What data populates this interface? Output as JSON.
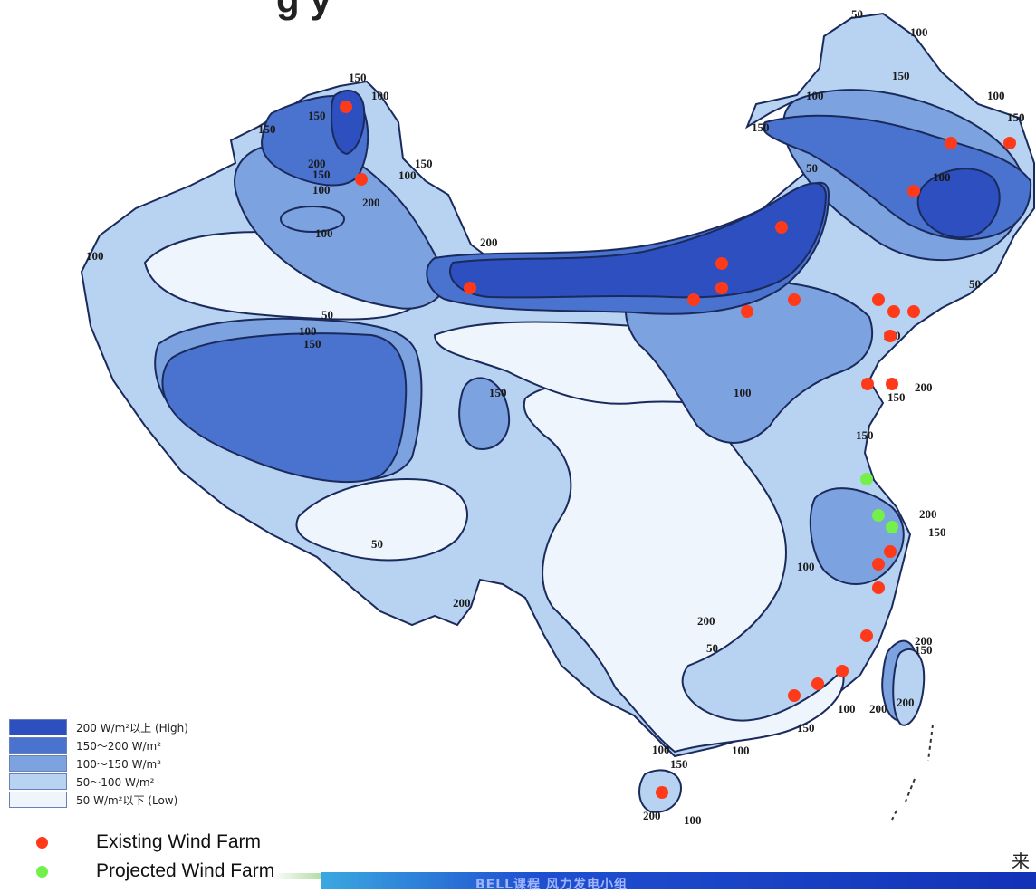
{
  "title_fragment": "g      y",
  "legend": {
    "bands": [
      {
        "label": "200 W/m²以上 (High)",
        "color": "#2d4fbf"
      },
      {
        "label": "150～200 W/m²",
        "color": "#4a73cf"
      },
      {
        "label": "100～150 W/m²",
        "color": "#7ca3e0"
      },
      {
        "label": "50～100 W/m²",
        "color": "#b7d3f1"
      },
      {
        "label": "50 W/m²以下 (Low)",
        "color": "#eef5fc"
      }
    ]
  },
  "farm_legend": {
    "existing": {
      "label": "Existing Wind Farm",
      "color": "#ff3a1a"
    },
    "projected": {
      "label": "Projected Wind Farm",
      "color": "#74f04a"
    }
  },
  "footer": {
    "text": "BELL课程    风力发电小组"
  },
  "source_fragment": "来",
  "contour_labels": [
    "150",
    "150",
    "100",
    "150",
    "200",
    "150",
    "100",
    "150",
    "100",
    "200",
    "100",
    "100",
    "200",
    "50",
    "100",
    "150",
    "150",
    "100",
    "50",
    "100",
    "50",
    "100",
    "150",
    "50",
    "100",
    "150",
    "100",
    "100",
    "150",
    "200",
    "150",
    "200",
    "150",
    "200",
    "150",
    "200",
    "100",
    "100",
    "50",
    "200",
    "150",
    "100",
    "150",
    "200",
    "150",
    "200",
    "50",
    "100",
    "150",
    "200",
    "100"
  ]
}
